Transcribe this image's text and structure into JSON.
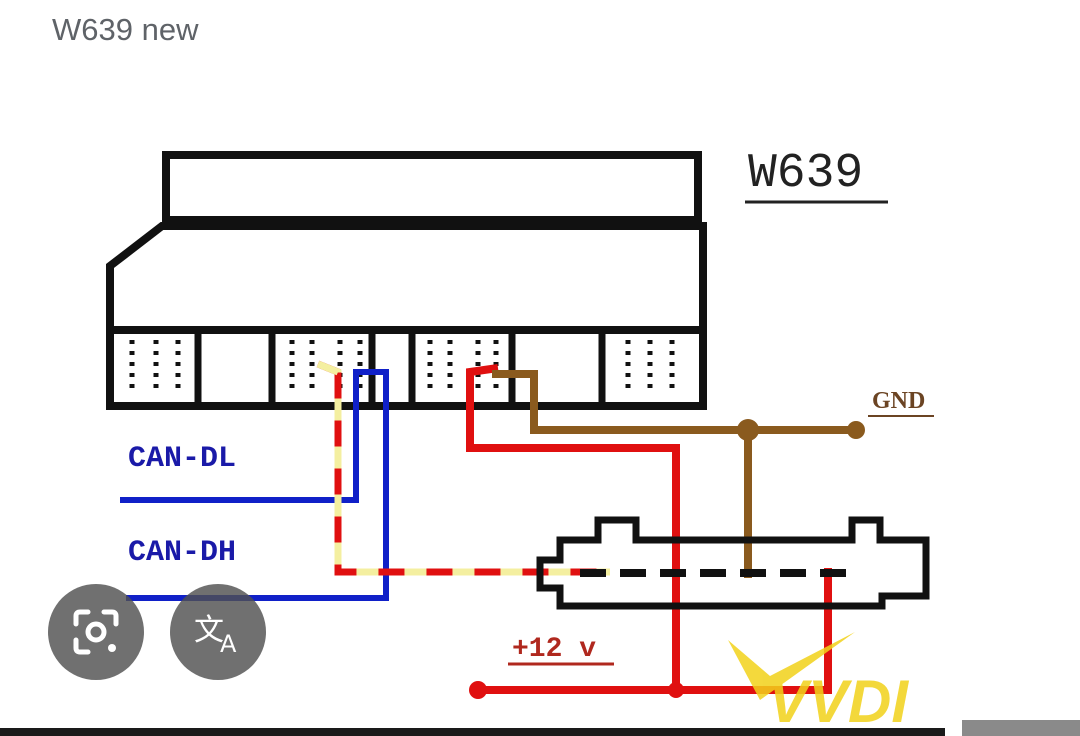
{
  "page": {
    "title": "W639 new"
  },
  "diagram": {
    "model_label": "W639",
    "gnd_label": "GND",
    "can_dl_label": "CAN-DL",
    "can_dh_label": "CAN-DH",
    "power_label": "+12 v",
    "watermark": "VVDI",
    "colors": {
      "connector": "#111111",
      "can_dl": "#1020c8",
      "can_dh": "#e01010",
      "can_dh_stripe": "#f4efa0",
      "power": "#e01010",
      "gnd": "#8a5a1e",
      "label_blue": "#1a1aa8",
      "label_brown": "#6b4423",
      "watermark": "#f2d21a"
    }
  },
  "overlay_buttons": [
    {
      "icon": "lens-search-icon"
    },
    {
      "icon": "translate-icon",
      "glyph_main": "文",
      "glyph_sub": "A"
    }
  ]
}
